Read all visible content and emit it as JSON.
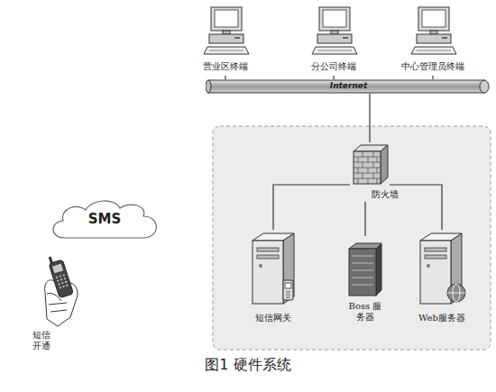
{
  "diagram": {
    "caption": "图1 硬件系统",
    "nodes": [
      {
        "text": [
          "营业区终端"
        ]
      },
      {
        "text": [
          "分公司终端"
        ]
      },
      {
        "text": [
          "中心管理员终端"
        ]
      },
      {
        "text": [
          "Internet"
        ]
      },
      {
        "text": [
          "防火墙"
        ]
      },
      {
        "text": [
          "SMS"
        ]
      },
      {
        "text": [
          "短信网关"
        ]
      },
      {
        "text": [
          "Boss 服务器"
        ]
      },
      {
        "text": [
          "Web服务器"
        ]
      },
      {
        "text": [
          "短信 开通"
        ]
      }
    ],
    "edges": [
      {
        "from": 0,
        "to": 3,
        "arrow": "none"
      },
      {
        "from": 1,
        "to": 3,
        "arrow": "none"
      },
      {
        "from": 2,
        "to": 3,
        "arrow": "none"
      },
      {
        "from": 3,
        "to": 4,
        "arrow": "none"
      },
      {
        "from": 4,
        "to": 6,
        "arrow": "none"
      },
      {
        "from": 4,
        "to": 7,
        "arrow": "none"
      },
      {
        "from": 4,
        "to": 8,
        "arrow": "none"
      }
    ]
  }
}
